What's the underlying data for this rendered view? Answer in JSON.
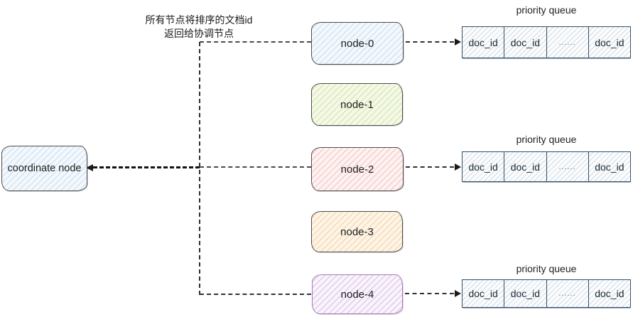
{
  "annotation": {
    "line1": "所有节点将排序的文档id",
    "line2": "返回给协调节点"
  },
  "coordinate_node": {
    "label": "coordinate node",
    "fill": "#f3f8fd",
    "hatch": "#c9ddee",
    "border": "#4d4d4d"
  },
  "nodes": [
    {
      "label": "node-0",
      "fill": "#f3f8fd",
      "hatch": "#c9ddee",
      "border": "#4d4d4d"
    },
    {
      "label": "node-1",
      "fill": "#f4f9e7",
      "hatch": "#d2e3a8",
      "border": "#4d4d4d"
    },
    {
      "label": "node-2",
      "fill": "#fdf2f1",
      "hatch": "#f1c3bf",
      "border": "#4d4d4d"
    },
    {
      "label": "node-3",
      "fill": "#fdf4e7",
      "hatch": "#f4d2a2",
      "border": "#4d4d4d"
    },
    {
      "label": "node-4",
      "fill": "#f9f3fb",
      "hatch": "#d9c0e8",
      "border": "#a678c0"
    }
  ],
  "queues": [
    {
      "title": "priority queue",
      "cells": [
        "doc_id",
        "doc_id",
        "......",
        "doc_id"
      ]
    },
    {
      "title": "priority queue",
      "cells": [
        "doc_id",
        "doc_id",
        "......",
        "doc_id"
      ]
    },
    {
      "title": "priority queue",
      "cells": [
        "doc_id",
        "doc_id",
        "......",
        "doc_id"
      ]
    }
  ],
  "colors": {
    "queue_border": "#335068",
    "queue_fill": "#fbfcfd",
    "queue_hatch": "#d2dce3",
    "arrow": "#1a1a1a",
    "text": "#1f1f1f"
  }
}
